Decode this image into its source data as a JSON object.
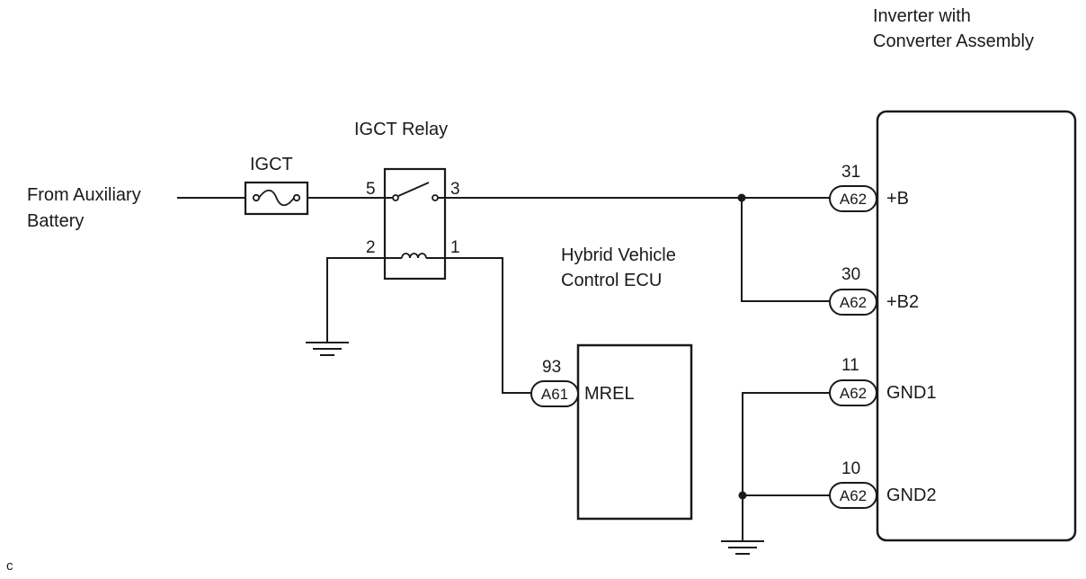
{
  "source": {
    "label_line1": "From Auxiliary",
    "label_line2": "Battery"
  },
  "fuse": {
    "label": "IGCT"
  },
  "relay": {
    "label": "IGCT Relay",
    "pin_5": "5",
    "pin_3": "3",
    "pin_2": "2",
    "pin_1": "1"
  },
  "ecu": {
    "label_line1": "Hybrid Vehicle",
    "label_line2": "Control ECU",
    "connector": "A61",
    "pin_number": "93",
    "pin_name": "MREL"
  },
  "inverter": {
    "label_line1": "Inverter with",
    "label_line2": "Converter Assembly",
    "pins": [
      {
        "connector": "A62",
        "number": "31",
        "name": "+B"
      },
      {
        "connector": "A62",
        "number": "30",
        "name": "+B2"
      },
      {
        "connector": "A62",
        "number": "11",
        "name": "GND1"
      },
      {
        "connector": "A62",
        "number": "10",
        "name": "GND2"
      }
    ]
  },
  "corner_mark": "c"
}
